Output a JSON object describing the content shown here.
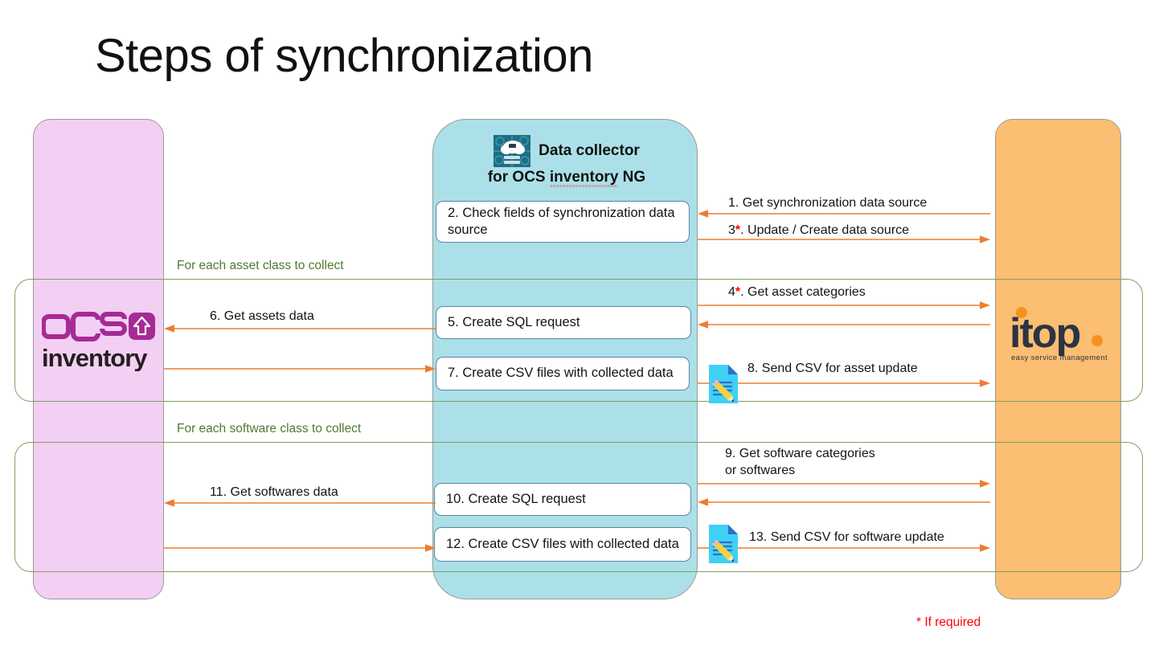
{
  "title": "Steps of synchronization",
  "colors": {
    "lane_ocs": "#F3CFF4",
    "lane_collector": "#ACE0E8",
    "lane_itop": "#FBBE72",
    "arrow": "#ED7D31",
    "group_border": "#7FA060",
    "group_label": "#4E7A31",
    "asterisk": "#FF0000",
    "process_box_border": "#5B83A8"
  },
  "lanes": {
    "ocs": {
      "name": "OCS Inventory",
      "logo_line1": "ocs",
      "logo_line2": "inventory"
    },
    "collector": {
      "header_line1": "Data collector",
      "header_line2_a": "for OCS ",
      "header_line2_b": "inventory",
      "header_line2_c": " NG",
      "icon": "cloud-server-icon"
    },
    "itop": {
      "name": "iTop",
      "logo_text": "itop",
      "logo_tagline": "easy service management"
    }
  },
  "groups": [
    {
      "label": "For each asset class to collect"
    },
    {
      "label": "For each software class to collect"
    }
  ],
  "process_steps": [
    {
      "id": "2",
      "label": "2. Check fields of synchronization data source"
    },
    {
      "id": "5",
      "label": "5. Create SQL request"
    },
    {
      "id": "7",
      "label": "7. Create CSV files with collected data"
    },
    {
      "id": "10",
      "label": "10. Create SQL request"
    },
    {
      "id": "12",
      "label": "12. Create CSV files with collected data"
    }
  ],
  "arrow_steps": [
    {
      "id": "1",
      "label": "1. Get synchronization data source",
      "direction": "left",
      "from": "itop",
      "to": "collector"
    },
    {
      "id": "3",
      "label_pre": "3",
      "asterisk": "*",
      "label_post": ". Update / Create data source",
      "direction": "right",
      "from": "collector",
      "to": "itop"
    },
    {
      "id": "4",
      "label_pre": "4",
      "asterisk": "*",
      "label_post": ". Get asset categories",
      "direction": "both",
      "from": "collector",
      "to": "itop"
    },
    {
      "id": "6",
      "label": "6. Get assets data",
      "direction": "left",
      "from": "collector",
      "to": "ocs"
    },
    {
      "id": "8",
      "label": "8. Send CSV for asset update",
      "direction": "right",
      "from": "collector",
      "to": "itop",
      "icon": "csv-file-edit-icon"
    },
    {
      "id": "9",
      "label_line1": "9. Get software categories",
      "label_line2": "or softwares",
      "direction": "both",
      "from": "collector",
      "to": "itop"
    },
    {
      "id": "11",
      "label": "11. Get softwares data",
      "direction": "left",
      "from": "collector",
      "to": "ocs"
    },
    {
      "id": "13",
      "label": "13. Send CSV for software update",
      "direction": "right",
      "from": "collector",
      "to": "itop",
      "icon": "csv-file-edit-icon"
    }
  ],
  "footnote": "* If required"
}
